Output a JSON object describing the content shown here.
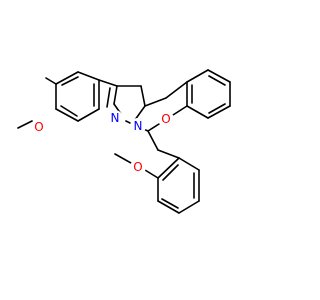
{
  "atoms": {
    "n1": {
      "symbol": "N",
      "color": "#0000ff"
    },
    "n2": {
      "symbol": "N",
      "color": "#0000ff"
    },
    "o_ring": {
      "symbol": "O",
      "color": "#ff0000"
    },
    "o_methoxy_left": {
      "symbol": "O",
      "color": "#ff0000"
    },
    "o_methoxy_bottom": {
      "symbol": "O",
      "color": "#ff0000"
    }
  },
  "colors": {
    "bond": "#000000",
    "background": "#ffffff"
  }
}
